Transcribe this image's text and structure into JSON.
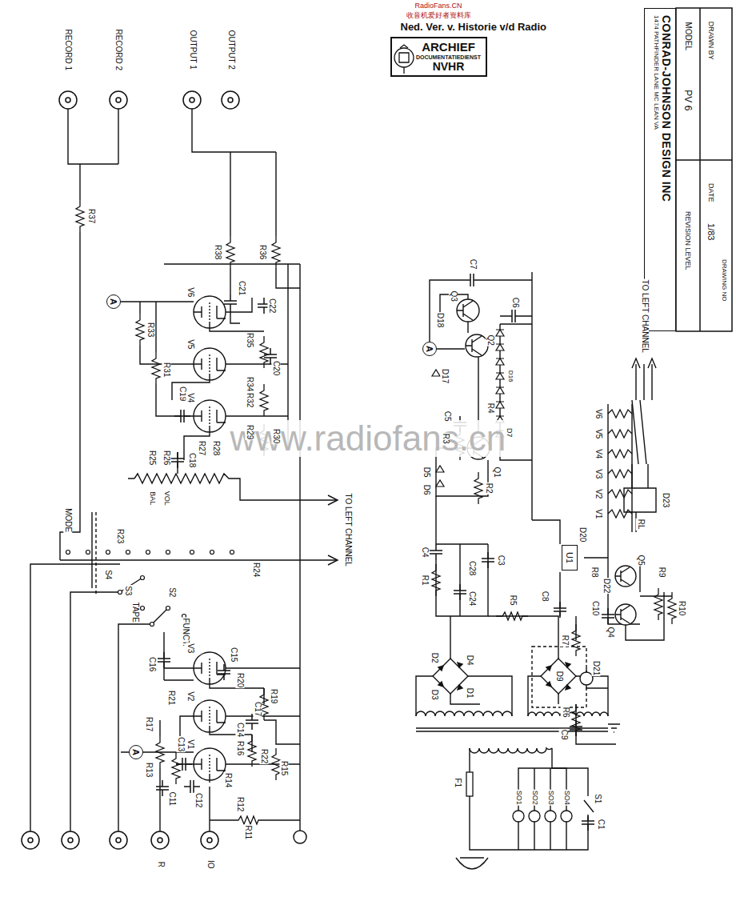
{
  "diagram": {
    "nodes": [
      {
        "text": [
          "ARCHIEF",
          "DOCUMENTATIEDIENST",
          "NVHR"
        ]
      },
      {
        "text": [
          "CONRAD-JOHNSON DESIGN INC",
          "1474 PATHFINDER LANE MC LEAN VA"
        ]
      },
      {
        "text": [
          "A"
        ]
      },
      {
        "text": [
          "A"
        ]
      },
      {
        "text": [
          "A"
        ]
      },
      {
        "text": [
          "U1"
        ]
      }
    ],
    "labels": [
      "Ned. Ver. v. Historie v/d Radio",
      "RadioFans.CN",
      "收音机爱好者资料库",
      "www.radiofans.cn",
      "RECORD 1",
      "RECORD 2",
      "OUTPUT 1",
      "OUTPUT 2",
      "R37",
      "R38",
      "R36",
      "V6",
      "C21",
      "C22",
      "R35",
      "R33",
      "V5",
      "C20",
      "R34",
      "R31",
      "C19",
      "R32",
      "V4",
      "R29",
      "R28",
      "R27",
      "R30",
      "C18",
      "R25",
      "BAL",
      "R26",
      "VOL",
      "MODE",
      "R23",
      "S4",
      "TO LEFT CHANNEL",
      "R24",
      "S3",
      "TAPE",
      "S2",
      "FUNCT.",
      "C16",
      "V3",
      "C15",
      "R21",
      "R20",
      "R19",
      "C14",
      "V2",
      "R17",
      "R22",
      "C17",
      "R13",
      "C13",
      "V1",
      "R14",
      "R16",
      "R15",
      "C11",
      "C12",
      "R12",
      "R11",
      "R",
      "IO",
      "C7",
      "D18",
      "Q3",
      "Q2",
      "C6",
      "D16",
      "D17",
      "C5",
      "R4",
      "R3",
      "Q1",
      "D7",
      "D5",
      "D6",
      "R2",
      "C3",
      "C4",
      "R1",
      "C28",
      "C24",
      "R5",
      "C8",
      "D2",
      "D4",
      "D3",
      "D1",
      "D9",
      "R7",
      "D21",
      "R6",
      "C9",
      "F1",
      "SO1",
      "SO2",
      "SO3",
      "SO4",
      "S1",
      "C1",
      "V1",
      "V2",
      "V3",
      "V4",
      "V5",
      "V6",
      "D20",
      "R8",
      "D22",
      "C10",
      "R9",
      "R10",
      "Q4",
      "Q5",
      "D23",
      "RL",
      "TO LEFT CHANNEL",
      "MODEL",
      "PV 6",
      "REVISION LEVEL",
      "DRAWN BY",
      "DATE",
      "1/83",
      "DRAWING NO"
    ]
  }
}
